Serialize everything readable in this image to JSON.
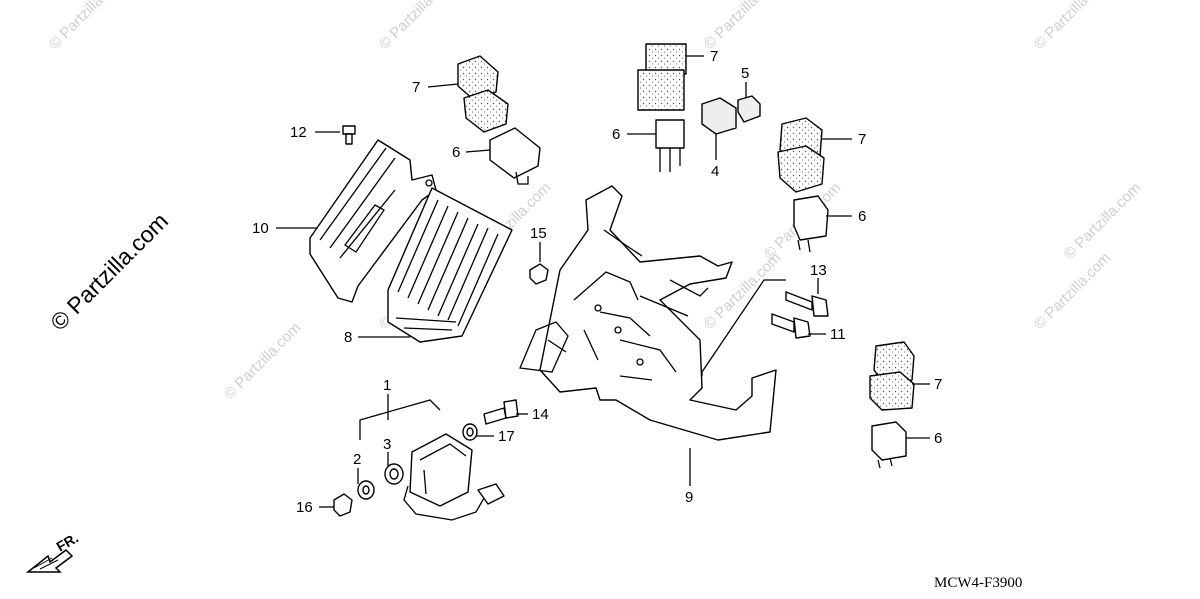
{
  "watermarks": [
    "© Partzilla.com",
    "© Partzilla.com",
    "© Partzilla.com",
    "© Partzilla.com",
    "© Partzilla.com",
    "© Partzilla.com",
    "© Partzilla.com",
    "© Partzilla.com",
    "© Partzilla.com",
    "© Partzilla.com",
    "© Partzilla.com",
    "© Partzilla.com"
  ],
  "callouts": {
    "c7a": "7",
    "c12": "12",
    "c6a": "6",
    "c10": "10",
    "c8": "8",
    "c7b": "7",
    "c5": "5",
    "c6b": "6",
    "c4": "4",
    "c7c": "7",
    "c6c": "6",
    "c15": "15",
    "c13": "13",
    "c11": "11",
    "c1": "1",
    "c3": "3",
    "c2": "2",
    "c14": "14",
    "c17": "17",
    "c16": "16",
    "c9": "9",
    "c7d": "7",
    "c6d": "6"
  },
  "direction_label": "FR.",
  "diagram_code": "MCW4-F3900",
  "colors": {
    "line": "#000000",
    "watermark": "#cfcfcf",
    "background": "#ffffff"
  },
  "icons": {
    "direction": "front-arrow-icon"
  }
}
